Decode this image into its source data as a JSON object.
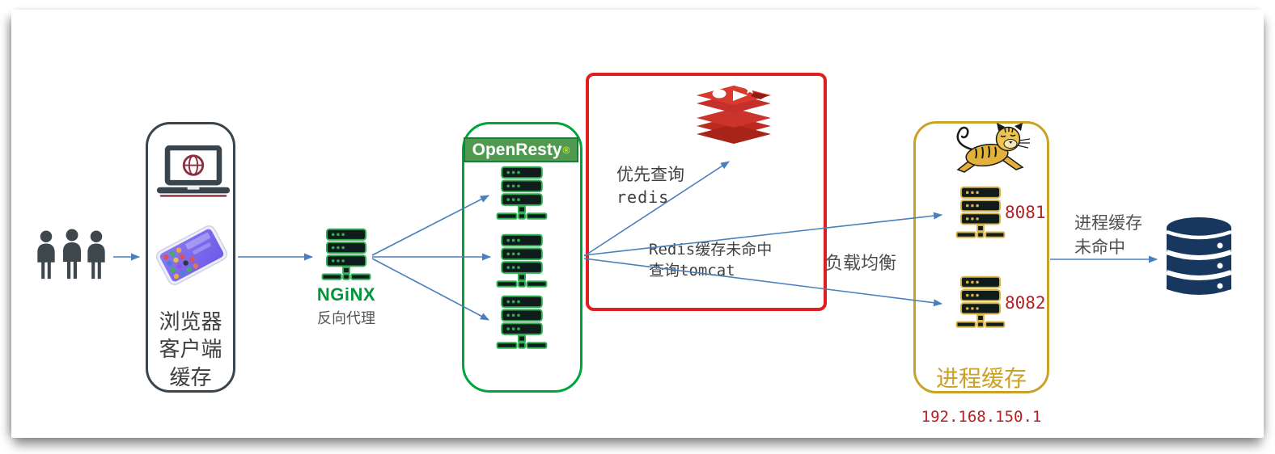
{
  "users": {
    "icon": "users-icon"
  },
  "browser_box": {
    "icons": {
      "laptop": "laptop-globe-icon",
      "phone": "smartphone-icon"
    },
    "lines": [
      "浏览器",
      "客户端",
      "缓存"
    ]
  },
  "nginx": {
    "icon": "server-icon",
    "logo": "NGiNX",
    "caption": "反向代理"
  },
  "openresty": {
    "title": "OpenResty",
    "trademark": "®",
    "server_count": 3
  },
  "redis": {
    "icon": "redis-logo-icon",
    "query_first": [
      "优先查询",
      "redis"
    ],
    "cache_miss": [
      "Redis缓存未命中",
      "查询tomcat"
    ]
  },
  "load_balance": {
    "label": "负载均衡"
  },
  "tomcat": {
    "icon": "tomcat-logo-icon",
    "ports": [
      "8081",
      "8082"
    ],
    "label": "进程缓存",
    "ip": "192.168.150.1"
  },
  "db_flow": {
    "label_lines": [
      "进程缓存",
      "未命中"
    ],
    "icon": "database-icon"
  },
  "colors": {
    "arrow": "#4a7fbd",
    "nginx_green": "#009639",
    "openresty_green": "#00a43c",
    "banner_green": "#4f9a50",
    "redis_red": "#e11d1d",
    "tomcat_gold": "#c9a227",
    "port_red": "#b22222",
    "db_navy": "#17375e",
    "box_dark": "#3a444c",
    "text_gray": "#3f3f3f"
  }
}
